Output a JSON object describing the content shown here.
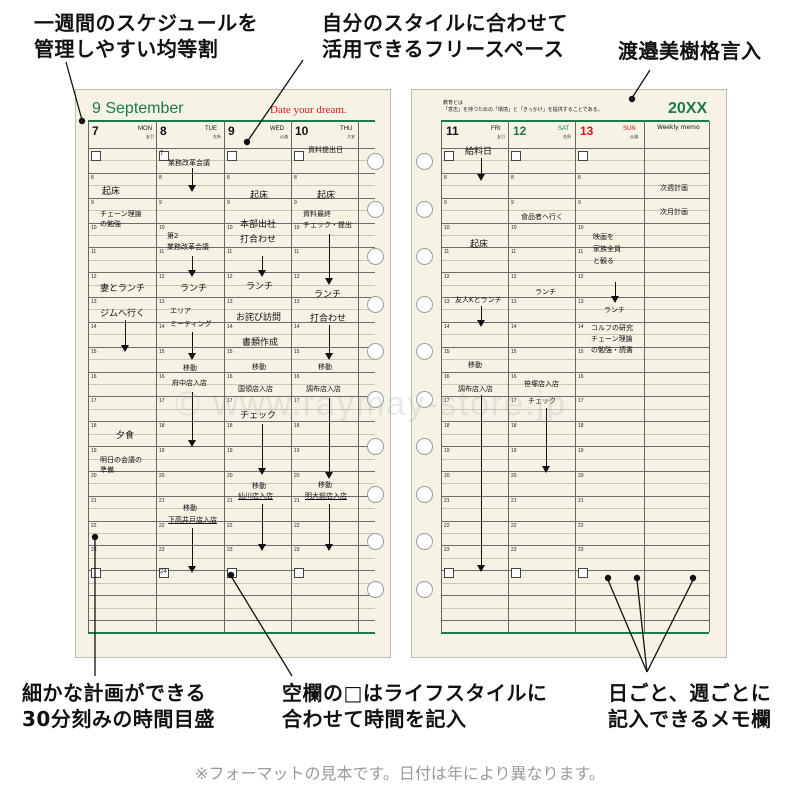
{
  "callouts": {
    "weekly_schedule": [
      "一週間のスケジュールを",
      "管理しやすい均等割"
    ],
    "free_space": [
      "自分のスタイルに合わせて",
      "活用できるフリースペース"
    ],
    "proverb": [
      "渡邉美樹格言入"
    ],
    "time_scale": [
      "細かな計画ができる",
      "30分刻みの時間目盛"
    ],
    "blank_box": [
      "空欄の□はライフスタイルに",
      "合わせて時間を記入"
    ],
    "memo_column": [
      "日ごと、週ごとに",
      "記入できるメモ欄"
    ]
  },
  "footer_note": "※フォーマットの見本です。日付は年により異なります。",
  "watermark": "© www.raymay-store.jp",
  "left_page": {
    "month_label": "9 September",
    "motto": "Date your dream.",
    "days": [
      {
        "num": "7",
        "dow": "MON",
        "rokuyo": "友引"
      },
      {
        "num": "8",
        "dow": "TUE",
        "rokuyo": "先負"
      },
      {
        "num": "9",
        "dow": "WED",
        "rokuyo": "仏滅"
      },
      {
        "num": "10",
        "dow": "THU",
        "rokuyo": "大安"
      }
    ]
  },
  "right_page": {
    "proverb_line1": "教育とは",
    "proverb_line2": "「意志」を持つための「環境」と「きっかけ」を提供することである。",
    "year": "20XX",
    "days": [
      {
        "num": "11",
        "dow": "FRI",
        "rokuyo": "友引",
        "color": "#111111"
      },
      {
        "num": "12",
        "dow": "SAT",
        "rokuyo": "先負",
        "color": "#1c7a48"
      },
      {
        "num": "13",
        "dow": "SUN",
        "rokuyo": "仏滅",
        "color": "#d2161d"
      }
    ],
    "memo_title": "Weekly memo"
  },
  "hours": [
    "8",
    "9",
    "10",
    "11",
    "12",
    "13",
    "14",
    "15",
    "16",
    "17",
    "18",
    "19",
    "20",
    "21",
    "22",
    "23"
  ],
  "bottom_box_label": "24",
  "top_box_label": "7",
  "entries": {
    "mon": {
      "e1": "起床",
      "e2": "チェーン理論",
      "e3": "の勉強",
      "e4": "妻とランチ",
      "e5": "ジムへ行く",
      "e6": "夕食",
      "e7": "明日の会議の",
      "e8": "準備"
    },
    "tue": {
      "e1": "業務改革会議",
      "e2": "第2",
      "e3": "業務改革会議",
      "e4": "ランチ",
      "e5": "エリア",
      "e6": "ミーティング",
      "e7": "移動",
      "e8": "府中店入店",
      "e9": "移動",
      "e10": "下高井戸店入店"
    },
    "wed": {
      "e1": "起床",
      "e2": "本部出社",
      "e3": "打合わせ",
      "e4": "ランチ",
      "e5": "お詫び訪問",
      "e6": "書類作成",
      "e7": "移動",
      "e8": "国領店入店",
      "e9": "チェック",
      "e10": "移動",
      "e11": "仙川店入店"
    },
    "thu": {
      "e1": "資料提出日",
      "e2": "起床",
      "e3": "資料最終",
      "e4": "チェック・提出",
      "e5": "ランチ",
      "e6": "打合わせ",
      "e7": "移動",
      "e8": "調布店入店",
      "e9": "移動",
      "e10": "明大前店入店"
    },
    "fri": {
      "e1": "給料日",
      "e2": "起床",
      "e3": "友人Kとランチ",
      "e4": "移動",
      "e5": "調布店入店"
    },
    "sat": {
      "e1": "食品者へ行く",
      "e2": "ランチ",
      "e3": "笹塚店入店",
      "e4": "チェック"
    },
    "sun": {
      "e1": "映画を",
      "e2": "家族全員",
      "e3": "と観る",
      "e4": "ランチ",
      "e5": "コルフの研究",
      "e6": "チェーン理論",
      "e7": "の勉強・読書"
    },
    "memo": {
      "e1": "次週計画",
      "e2": "次月計画"
    }
  }
}
